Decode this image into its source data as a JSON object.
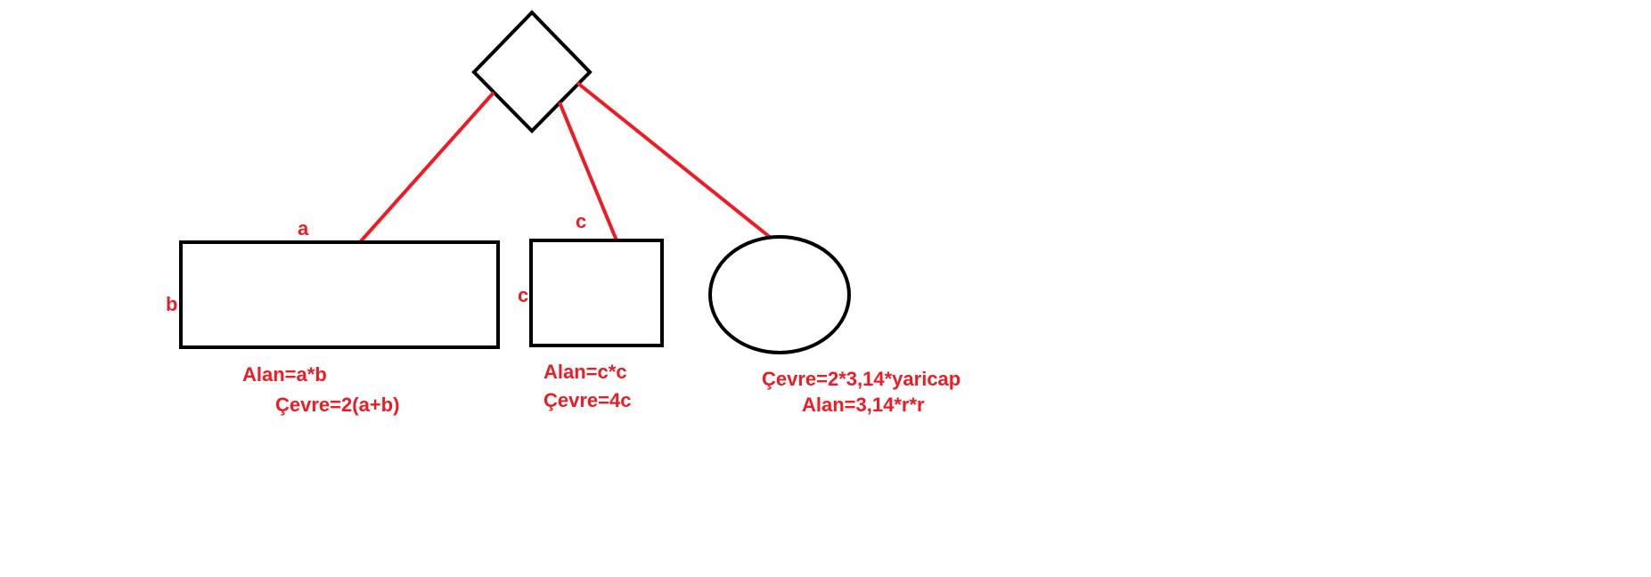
{
  "colors": {
    "shape_stroke": "#000000",
    "annotation": "#ed1c24",
    "background": "#ffffff"
  },
  "nodes": {
    "rectangle": {
      "side_top_label": "a",
      "side_left_label": "b",
      "area_formula": "Alan=a*b",
      "perimeter_formula": "Çevre=2(a+b)"
    },
    "square": {
      "side_top_label": "c",
      "side_left_label": "c",
      "area_formula": "Alan=c*c",
      "perimeter_formula": "Çevre=4c"
    },
    "circle": {
      "perimeter_formula": "Çevre=2*3,14*yaricap",
      "area_formula": "Alan=3,14*r*r"
    }
  }
}
